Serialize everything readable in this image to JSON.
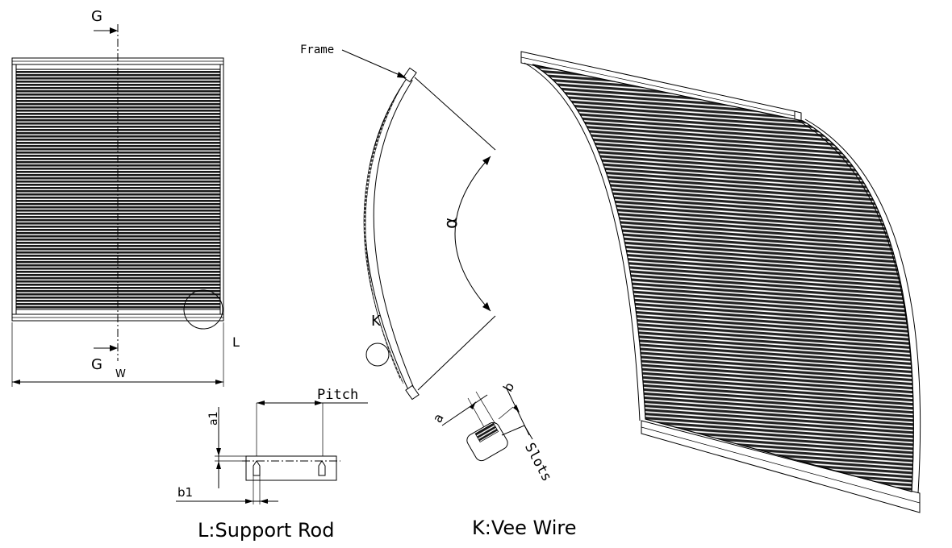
{
  "front_view": {
    "section_label_top": "G",
    "section_label_bottom": "G",
    "detail_label": "L",
    "width_label": "W"
  },
  "side_view": {
    "frame_label": "Frame",
    "angle_label": "α",
    "detail_label": "K"
  },
  "support_rod_detail": {
    "pitch_label": "Pitch",
    "a1_label": "a1",
    "b1_label": "b1",
    "caption": "L:Support Rod"
  },
  "vee_wire_detail": {
    "a_label": "a",
    "b_label": "b",
    "slots_label": "Slots",
    "caption": "K:Vee Wire"
  },
  "colors": {
    "line": "#000000",
    "screen_fill": "#1a1a1a",
    "background": "#ffffff"
  }
}
